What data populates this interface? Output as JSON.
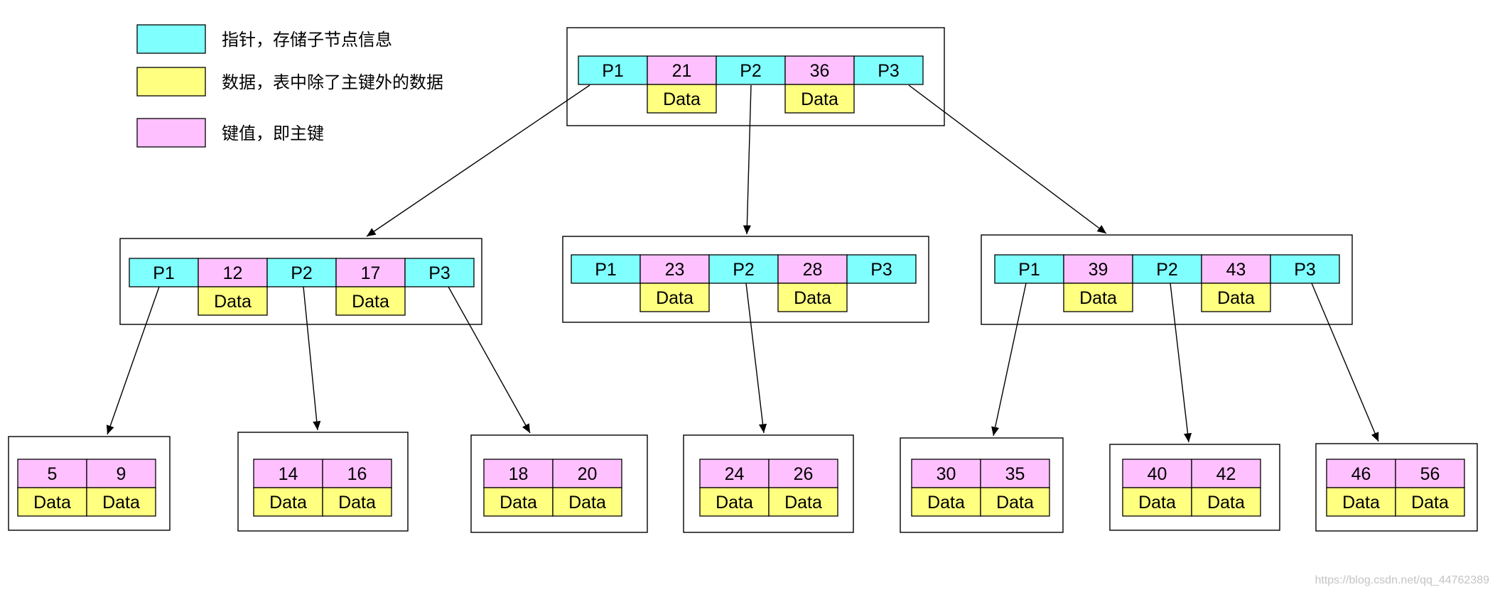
{
  "colors": {
    "pointer": "#80ffff",
    "key": "#ffc0ff",
    "data": "#ffff80",
    "border": "#000000"
  },
  "legend": [
    {
      "kind": "pointer",
      "label": "指针，存储子节点信息"
    },
    {
      "kind": "data",
      "label": "数据，表中除了主键外的数据"
    },
    {
      "kind": "key",
      "label": "键值，即主键"
    }
  ],
  "labels": {
    "pointers": [
      "P1",
      "P2",
      "P3"
    ],
    "data": "Data"
  },
  "tree": {
    "root": {
      "keys": [
        "21",
        "36"
      ]
    },
    "internal": [
      {
        "keys": [
          "12",
          "17"
        ]
      },
      {
        "keys": [
          "23",
          "28"
        ]
      },
      {
        "keys": [
          "39",
          "43"
        ]
      }
    ],
    "leaves": [
      {
        "keys": [
          "5",
          "9"
        ]
      },
      {
        "keys": [
          "14",
          "16"
        ]
      },
      {
        "keys": [
          "18",
          "20"
        ]
      },
      {
        "keys": [
          "24",
          "26"
        ]
      },
      {
        "keys": [
          "30",
          "35"
        ]
      },
      {
        "keys": [
          "40",
          "42"
        ]
      },
      {
        "keys": [
          "46",
          "56"
        ]
      }
    ]
  },
  "watermark": "https://blog.csdn.net/qq_44762389"
}
